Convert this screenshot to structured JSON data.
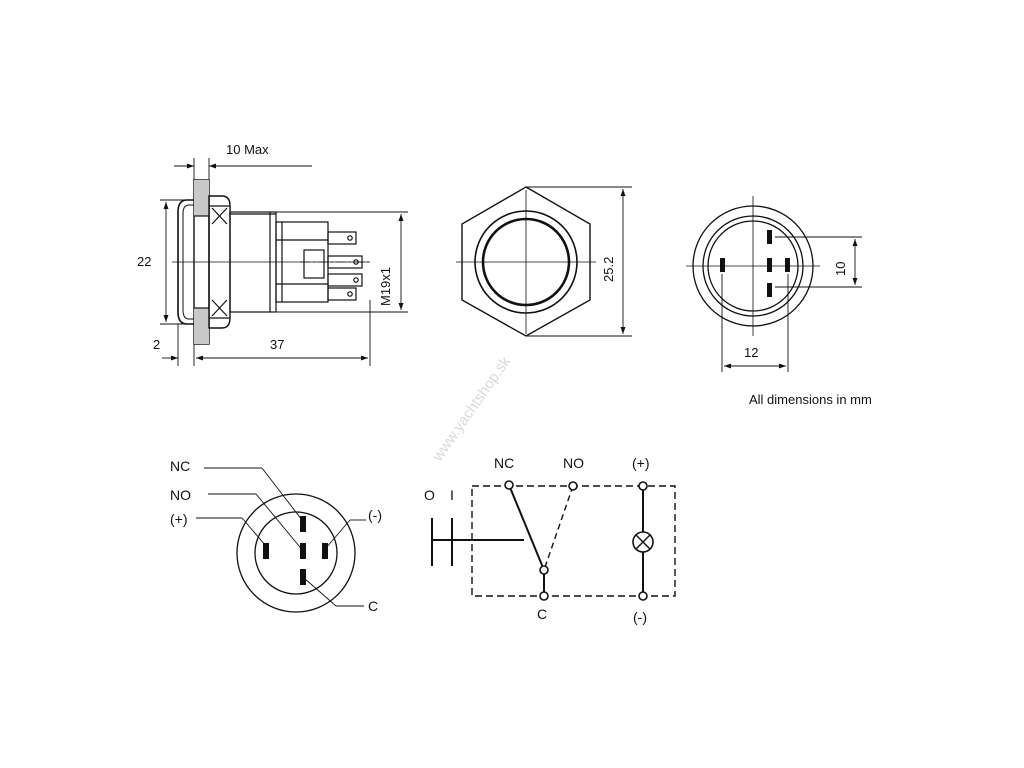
{
  "side_view": {
    "dim_top": "10 Max",
    "dim_height": "22",
    "dim_flange": "2",
    "dim_length": "37",
    "thread": "M19x1"
  },
  "front_view": {
    "dim_across": "25.2"
  },
  "rear_view": {
    "dim_pin_spacing": "10",
    "dim_width": "12"
  },
  "note": "All dimensions in mm",
  "watermark": "www.yachtshop.sk",
  "pin_diagram": {
    "labels": [
      "NC",
      "NO",
      "(+)",
      "(-)",
      "C"
    ]
  },
  "schematic": {
    "pos_o": "O",
    "pos_i": "I",
    "nc": "NC",
    "no": "NO",
    "plus": "(+)",
    "c": "C",
    "minus": "(-)"
  }
}
